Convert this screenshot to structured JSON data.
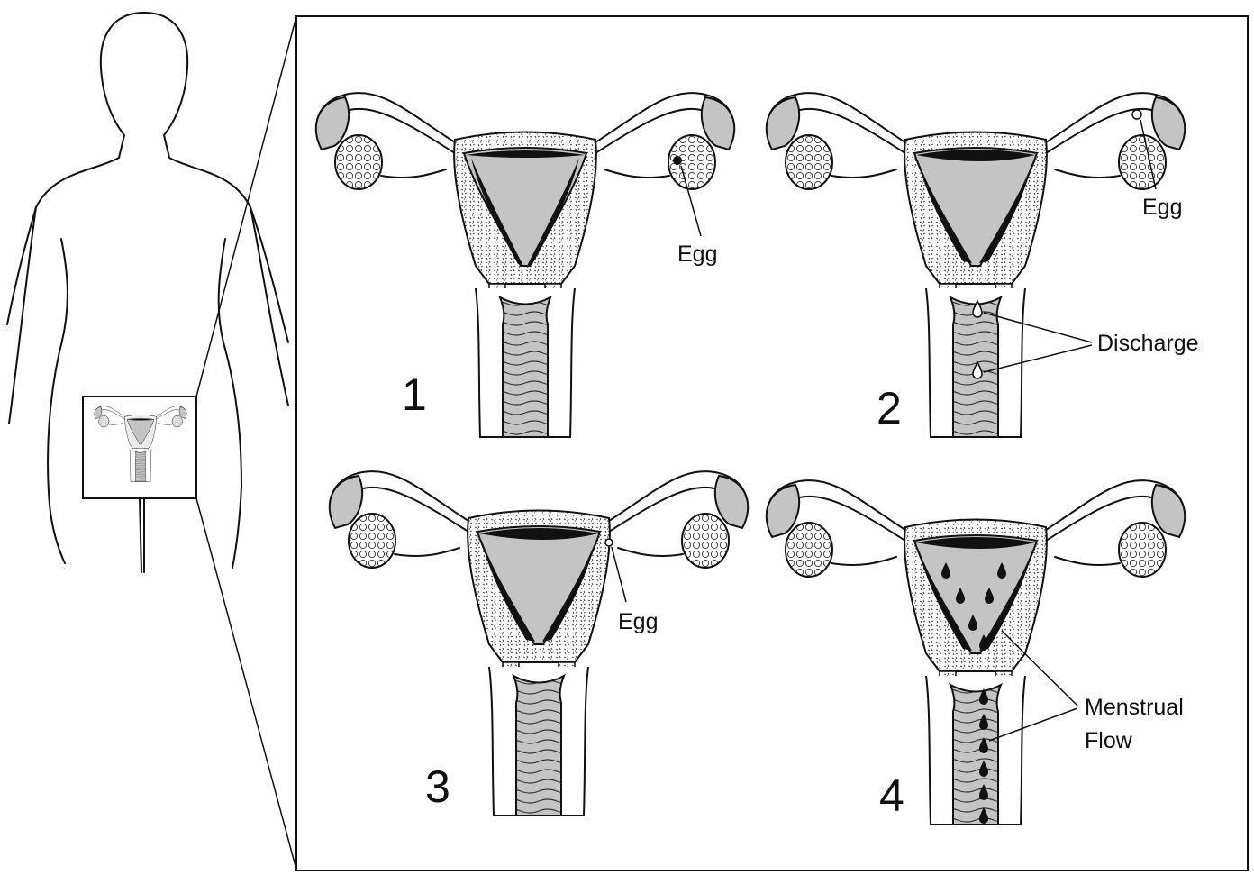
{
  "panels": [
    {
      "number": "1",
      "labels": [
        "Egg"
      ]
    },
    {
      "number": "2",
      "labels": [
        "Egg",
        "Discharge"
      ]
    },
    {
      "number": "3",
      "labels": [
        "Egg"
      ]
    },
    {
      "number": "4",
      "labels": [
        "Menstrual",
        "Flow"
      ]
    }
  ],
  "icons": [
    "body-outline-icon",
    "uterus-icon",
    "ovary-icon",
    "egg-icon",
    "fluid-drop-icon"
  ]
}
